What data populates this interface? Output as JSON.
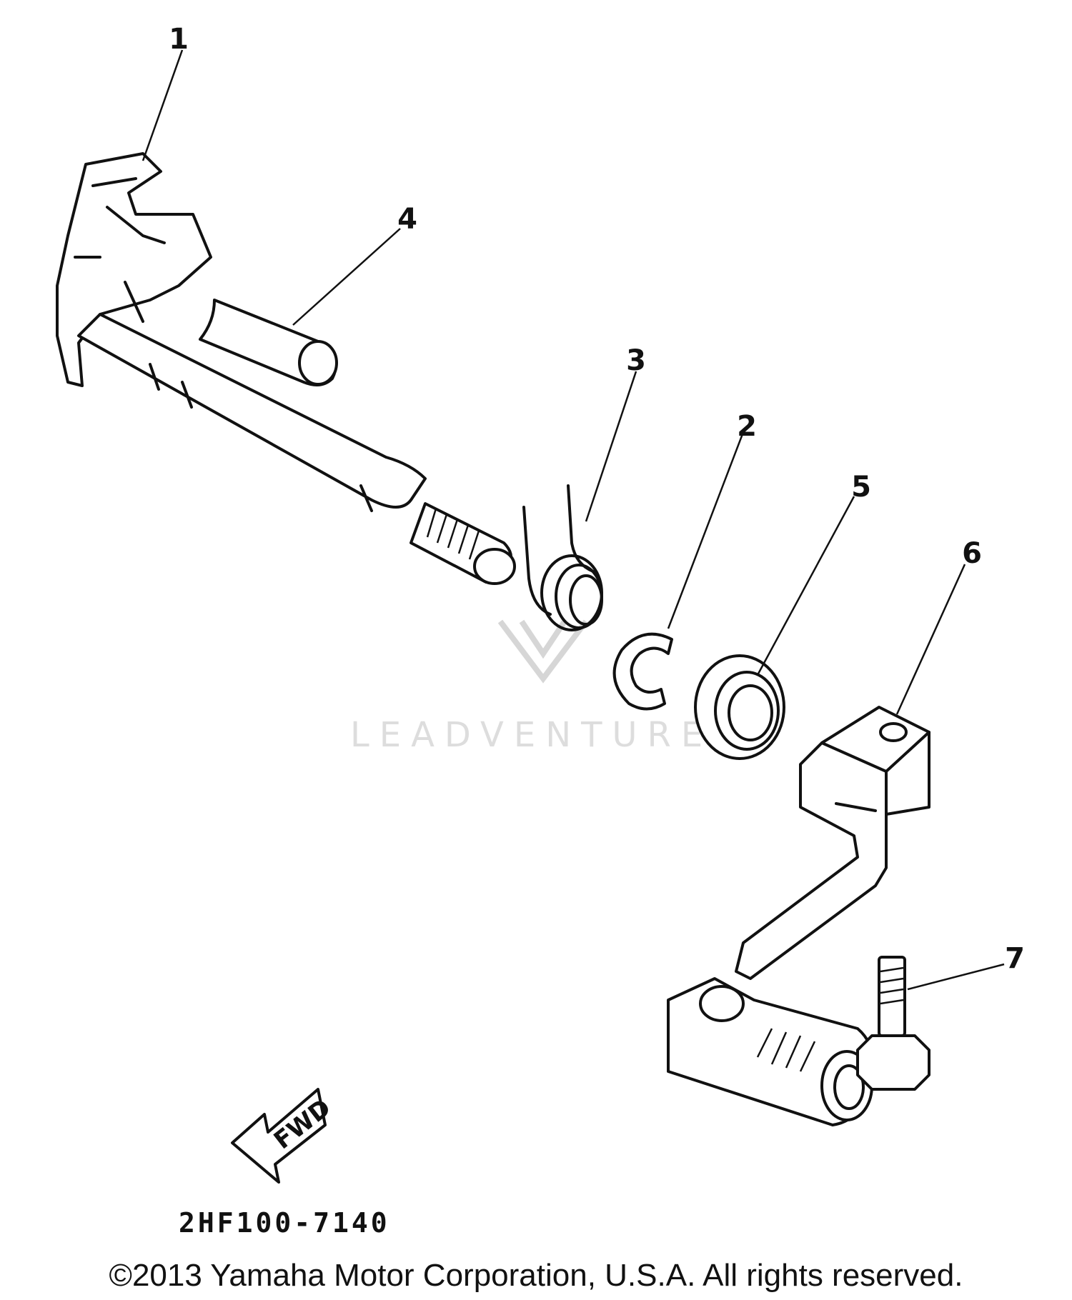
{
  "diagram": {
    "callouts": [
      {
        "id": "1",
        "label": "1"
      },
      {
        "id": "2",
        "label": "2"
      },
      {
        "id": "3",
        "label": "3"
      },
      {
        "id": "4",
        "label": "4"
      },
      {
        "id": "5",
        "label": "5"
      },
      {
        "id": "6",
        "label": "6"
      },
      {
        "id": "7",
        "label": "7"
      }
    ],
    "fwd_label": "FWD",
    "part_code": "2HF100-7140",
    "watermark": "LEADVENTURE",
    "copyright": "©2013 Yamaha Motor Corporation, U.S.A. All rights reserved."
  }
}
